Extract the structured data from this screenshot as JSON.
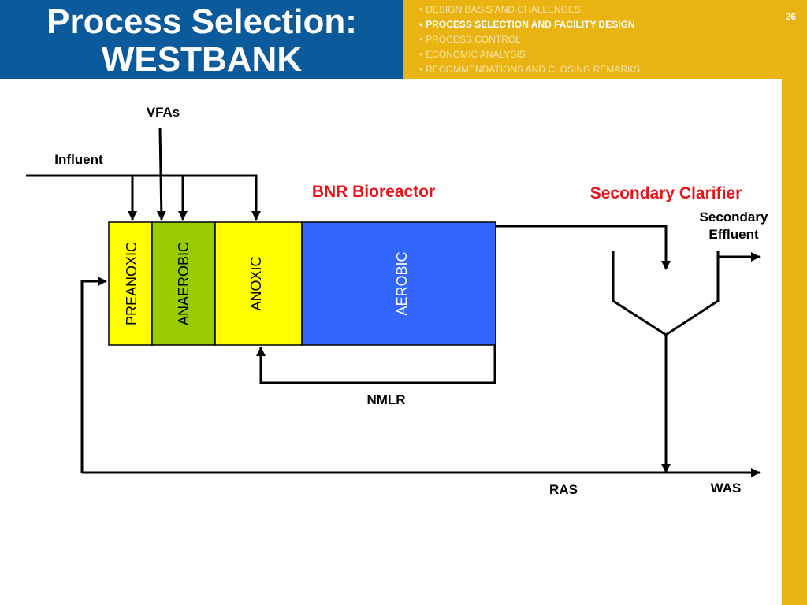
{
  "slide": {
    "title_line1": "Process Selection:",
    "title_line2": "WESTBANK",
    "page_number": "26"
  },
  "agenda": [
    {
      "label": "DESIGN BASIS AND CHALLENGES",
      "current": false
    },
    {
      "label": "PROCESS SELECTION AND FACILITY DESIGN",
      "current": true
    },
    {
      "label": "PROCESS CONTROL",
      "current": false
    },
    {
      "label": "ECONOMIC ANALYSIS",
      "current": false
    },
    {
      "label": "RECOMMENDATIONS AND CLOSING REMARKS",
      "current": false
    }
  ],
  "diagram": {
    "labels": {
      "vfas": "VFAs",
      "influent": "Influent",
      "bnr_bioreactor": "BNR Bioreactor",
      "secondary_clarifier": "Secondary Clarifier",
      "secondary_effluent_line1": "Secondary",
      "secondary_effluent_line2": "Effluent",
      "nmlr": "NMLR",
      "ras": "RAS",
      "was": "WAS"
    },
    "zones": [
      {
        "label": "PREANOXIC",
        "color": "#ffff00"
      },
      {
        "label": "ANAEROBIC",
        "color": "#99cc00"
      },
      {
        "label": "ANOXIC",
        "color": "#ffff00"
      },
      {
        "label": "AEROBIC",
        "color": "#3366ff"
      }
    ],
    "colors": {
      "line": "#000000",
      "heading_red": "#e8141a",
      "title_blue": "#0a5a9c",
      "accent_gold": "#e9b312"
    }
  }
}
